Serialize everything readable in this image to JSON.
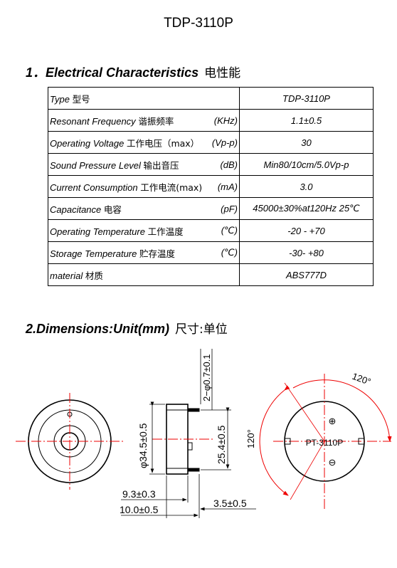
{
  "doc": {
    "title": "TDP-3110P",
    "section1_en": "1．Electrical Characteristics",
    "section1_cn": "电性能",
    "section2_en": "2.Dimensions:Unit(mm)",
    "section2_cn": "尺寸:单位"
  },
  "rows": [
    {
      "en": "Type",
      "cn": "型号",
      "unit": "",
      "value": "TDP-3110P"
    },
    {
      "en": "Resonant Frequency",
      "cn": "谐振频率",
      "unit": "(KHz)",
      "value": "1.1±0.5"
    },
    {
      "en": "Operating Voltage",
      "cn": "工作电压（max）",
      "unit": "(Vp-p)",
      "value": "30"
    },
    {
      "en": "Sound Pressure Level",
      "cn": "输出音压",
      "unit": "(dB)",
      "value": "Min80/10cm/5.0Vp-p"
    },
    {
      "en": "Current Consumption",
      "cn": "工作电流(max)",
      "unit": "(mA)",
      "value": "3.0"
    },
    {
      "en": "Capacitance",
      "cn": "电容",
      "unit": "(pF)",
      "value": "45000±30%at120Hz 25℃"
    },
    {
      "en": "Operating Temperature",
      "cn": "工作温度",
      "unit": "(℃)",
      "value": "-20 - +70"
    },
    {
      "en": "Storage Temperature",
      "cn": "贮存温度",
      "unit": "(℃)",
      "value": "-30- +80"
    },
    {
      "en": "material",
      "cn": "材质",
      "unit": "",
      "value": "ABS777D"
    }
  ],
  "dims": {
    "pin_spacing": "2−φ0.7±0.1",
    "diameter": "φ34.5±0.5",
    "pin_pitch": "25.4±0.5",
    "height_body": "9.3±0.3",
    "height_total": "10.0±0.5",
    "pin_length": "3.5±0.5",
    "angle_top": "120°",
    "angle_left": "120°",
    "part_label": "PT-3110P",
    "plus": "⊕",
    "minus": "⊖"
  }
}
